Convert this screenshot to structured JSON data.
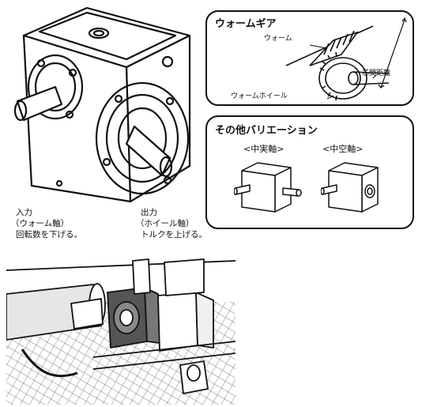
{
  "worm_gear_panel": {
    "title": "ウォームギア",
    "label_worm": "ウォーム",
    "label_center_distance": "芯間距離",
    "label_worm_wheel": "ウォームホイール"
  },
  "variation_panel": {
    "title": "その他バリエーション",
    "solid_shaft": "<中実軸>",
    "hollow_shaft": "<中空軸>"
  },
  "main_drawing": {
    "input_label": "入力",
    "input_sub": "（ウォーム軸）",
    "input_note": "回転数を下げる。",
    "output_label": "出力",
    "output_sub": "（ホイール軸）",
    "output_note": "トルクを上げる。"
  }
}
